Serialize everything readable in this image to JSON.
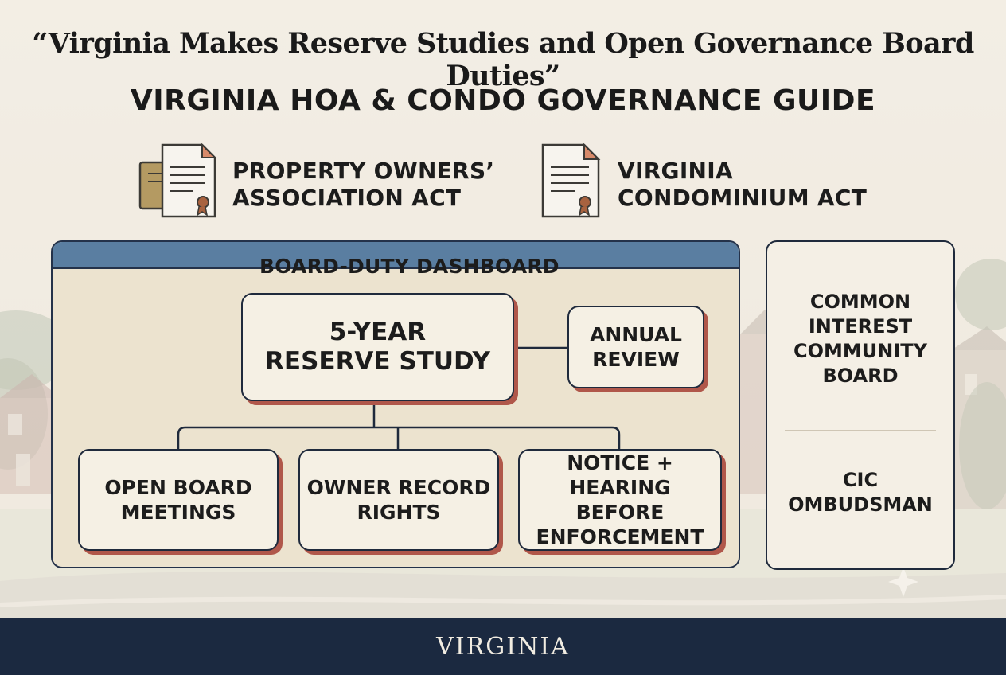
{
  "header": {
    "title": "“Virginia Makes Reserve Studies and Open Governance Board Duties”",
    "subtitle": "VIRGINIA HOA & CONDO GOVERNANCE GUIDE"
  },
  "acts": [
    {
      "lines": [
        "PROPERTY OWNERS’",
        "ASSOCIATION ACT"
      ],
      "icon": "documents-icon"
    },
    {
      "lines": [
        "VIRGINIA",
        "CONDOMINIUM ACT"
      ],
      "icon": "document-icon"
    }
  ],
  "dashboard": {
    "title": "BOARD-DUTY DASHBOARD",
    "reserve_study": [
      "5-YEAR",
      "RESERVE STUDY"
    ],
    "annual_review": [
      "ANNUAL",
      "REVIEW"
    ],
    "duties": [
      [
        "OPEN BOARD",
        "MEETINGS"
      ],
      [
        "OWNER RECORD",
        "RIGHTS"
      ],
      [
        "NOTICE + HEARING",
        "BEFORE",
        "ENFORCEMENT"
      ]
    ]
  },
  "side_panel": {
    "board": [
      "COMMON",
      "INTEREST",
      "COMMUNITY",
      "BOARD"
    ],
    "ombudsman": [
      "CIC",
      "OMBUDSMAN"
    ]
  },
  "footer": {
    "label": "VIRGINIA"
  },
  "colors": {
    "navy": "#1b2940",
    "dashboard_header": "#5a7ea1",
    "box_shadow": "#b0574a",
    "seal": "#a8623f"
  }
}
